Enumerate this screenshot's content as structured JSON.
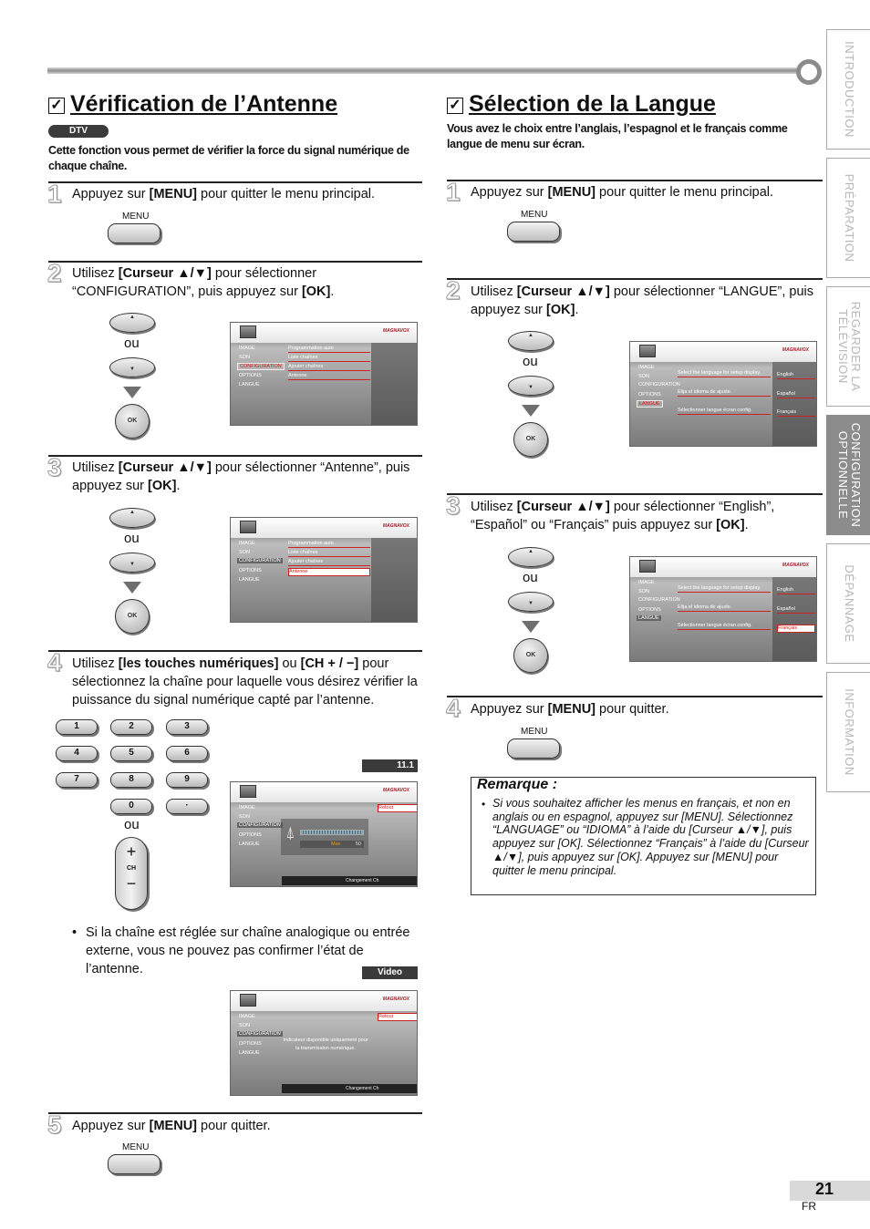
{
  "left": {
    "title": "Vérification de l’Antenne",
    "badge": "DTV",
    "intro": "Cette fonction vous permet de vérifier la force du signal numérique de chaque chaîne.",
    "steps": [
      {
        "num": "1",
        "text": "Appuyez sur [MENU] pour quitter le menu principal."
      },
      {
        "num": "2",
        "text": "Utilisez [Curseur ▲/▼] pour sélectionner “CONFIGURATION”, puis appuyez sur [OK]."
      },
      {
        "num": "3",
        "text": "Utilisez [Curseur ▲/▼] pour sélectionner “Antenne”, puis appuyez sur [OK]."
      },
      {
        "num": "4",
        "text": "Utilisez [les touches numériques] ou [CH + / −] pour sélectionnez la chaîne pour laquelle vous désirez vérifier la puissance du signal numérique capté par l’antenne."
      },
      {
        "num": "5",
        "text": "Appuyez sur [MENU] pour quitter."
      }
    ],
    "bullet": "Si la chaîne est réglée sur chaîne analogique ou entrée externe, vous ne pouvez pas confirmer l’état de l’antenne.",
    "channel_tag": "11.1",
    "video_tag": "Video",
    "numpad": [
      "1",
      "2",
      "3",
      "4",
      "5",
      "6",
      "7",
      "8",
      "9",
      "0",
      "·"
    ],
    "ch_label": "CH",
    "signal": {
      "max_label": "Max",
      "value": "50",
      "retour": "Retour",
      "footer": "Changement Ch"
    },
    "analog": {
      "message": "Indicateur disponible uniquement pour la transmission numérique.",
      "retour": "Retour",
      "footer": "Changement Ch"
    }
  },
  "right": {
    "title": "Sélection de la Langue",
    "intro": "Vous avez le choix entre l’anglais, l’espagnol et le français comme langue de menu sur écran.",
    "steps": [
      {
        "num": "1",
        "text": "Appuyez sur [MENU] pour quitter le menu principal."
      },
      {
        "num": "2",
        "text": "Utilisez [Curseur ▲/▼] pour sélectionner “LANGUE”, puis appuyez sur [OK]."
      },
      {
        "num": "3",
        "text": "Utilisez [Curseur ▲/▼] pour sélectionner “English”, “Español” ou “Français” puis appuyez sur [OK]."
      },
      {
        "num": "4",
        "text": "Appuyez sur [MENU] pour quitter."
      }
    ],
    "note_title": "Remarque :",
    "note": "Si vous souhaitez afficher les menus en français, et non en anglais ou en espagnol, appuyez sur [MENU]. Sélectionnez “LANGUAGE” ou “IDIOMA” à l’aide du [Curseur ▲/▼], puis appuyez sur [OK]. Sélectionnez “Français” à l’aide du [Curseur ▲/▼], puis appuyez sur [OK]. Appuyez sur [MENU] pour quitter le menu principal."
  },
  "buttons": {
    "menu": "MENU",
    "ok": "OK",
    "ou": "ou"
  },
  "screen_menu": {
    "brand": "MAGNAVOX",
    "left_items": [
      "IMAGE",
      "SON",
      "CONFIGURATION",
      "OPTIONS",
      "LANGUE"
    ],
    "config_items": [
      "Programmation auto",
      "Liste chaînes",
      "Ajouter chaînes",
      "Antenne"
    ],
    "lang_items": [
      "Select the language for setup display.",
      "Elija el idioma de ajuste.",
      "Sélectionner langue écran config."
    ],
    "lang_options": [
      "English",
      "Español",
      "Français"
    ]
  },
  "sidebar": [
    "INTRODUCTION",
    "PRÉPARATION",
    "REGARDER LA TÉLÉVISION",
    "CONFIGURATION OPTIONNELLE",
    "DÉPANNAGE",
    "INFORMATION"
  ],
  "page": {
    "number": "21",
    "lang": "FR"
  }
}
